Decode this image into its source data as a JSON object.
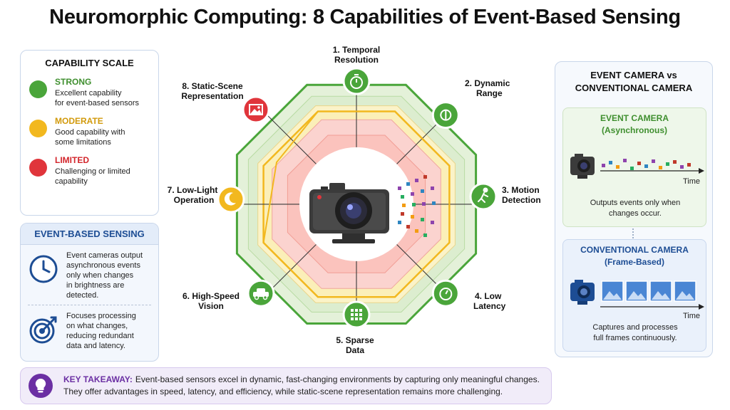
{
  "title": "Neuromorphic Computing: 8 Capabilities of Event-Based Sensing",
  "colors": {
    "strong": "#4aa53a",
    "moderate": "#f2b81f",
    "limited": "#e0353b",
    "accent_blue": "#1d4d94",
    "accent_purple": "#6b2fa3"
  },
  "legend": {
    "title": "CAPABILITY SCALE",
    "items": [
      {
        "name": "STRONG",
        "desc1": "Excellent capability",
        "desc2": "for event-based sensors",
        "color": "#4aa53a",
        "text_color": "#3f8f2f"
      },
      {
        "name": "MODERATE",
        "desc1": "Good capability with",
        "desc2": "some limitations",
        "color": "#f2b81f",
        "text_color": "#d29a0c"
      },
      {
        "name": "LIMITED",
        "desc1": "Challenging or limited",
        "desc2": "capability",
        "color": "#e0353b",
        "text_color": "#d3262c"
      }
    ]
  },
  "event_sensing": {
    "title": "EVENT-BASED SENSING",
    "point1": [
      "Event cameras output",
      "asynchronous events",
      "only when changes",
      "in brightness are",
      "detected."
    ],
    "point2": [
      "Focuses processing",
      "on what changes,",
      "reducing redundant",
      "data and latency."
    ]
  },
  "capabilities": [
    {
      "line1": "1. Temporal",
      "line2": "Resolution",
      "level": "strong",
      "icon": "stopwatch-icon"
    },
    {
      "line1": "2. Dynamic",
      "line2": "Range",
      "level": "strong",
      "icon": "sun-icon"
    },
    {
      "line1": "3. Motion",
      "line2": "Detection",
      "level": "strong",
      "icon": "running-person-icon"
    },
    {
      "line1": "4. Low",
      "line2": "Latency",
      "level": "strong",
      "icon": "timer-icon"
    },
    {
      "line1": "5. Sparse",
      "line2": "Data",
      "level": "strong",
      "icon": "grid-dots-icon"
    },
    {
      "line1": "6. High-Speed",
      "line2": "Vision",
      "level": "strong",
      "icon": "car-icon"
    },
    {
      "line1": "7. Low-Light",
      "line2": "Operation",
      "level": "moderate",
      "icon": "moon-icon"
    },
    {
      "line1": "8. Static-Scene",
      "line2": "Representation",
      "level": "limited",
      "icon": "image-icon"
    }
  ],
  "comparison": {
    "title_line1": "EVENT CAMERA vs",
    "title_line2": "CONVENTIONAL CAMERA",
    "event": {
      "title1": "EVENT CAMERA",
      "title2": "(Asynchronous)",
      "time_label": "Time",
      "desc1": "Outputs events only when",
      "desc2": "changes occur."
    },
    "conventional": {
      "title1": "CONVENTIONAL CAMERA",
      "title2": "(Frame-Based)",
      "time_label": "Time",
      "desc1": "Captures and processes",
      "desc2": "full frames continuously."
    }
  },
  "takeaway": {
    "label": "KEY TAKEAWAY:",
    "line1": "Event-based sensors excel in dynamic, fast-changing environments by capturing only meaningful changes.",
    "line2": "They offer advantages in speed, latency, and efficiency, while static-scene representation remains more challenging."
  }
}
